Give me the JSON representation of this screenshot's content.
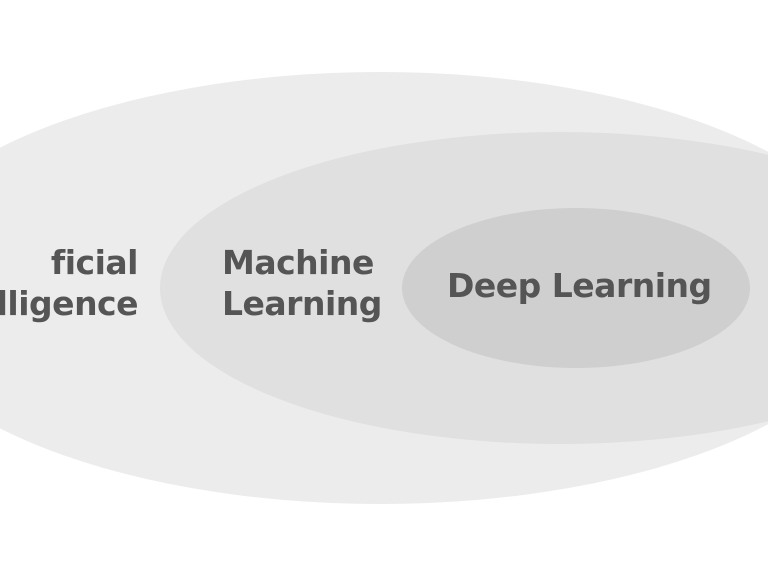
{
  "diagram": {
    "colors": {
      "background": "#ffffff",
      "outer": "#ececec",
      "middle": "#e0e0e0",
      "inner": "#cfcfcf",
      "text": "#555555"
    },
    "nodes": {
      "artificial_intelligence": {
        "line1": "ficial",
        "line2": "lligence"
      },
      "machine_learning": {
        "line1": "Machine",
        "line2": "Learning"
      },
      "deep_learning": {
        "label": "Deep Learning"
      }
    }
  }
}
